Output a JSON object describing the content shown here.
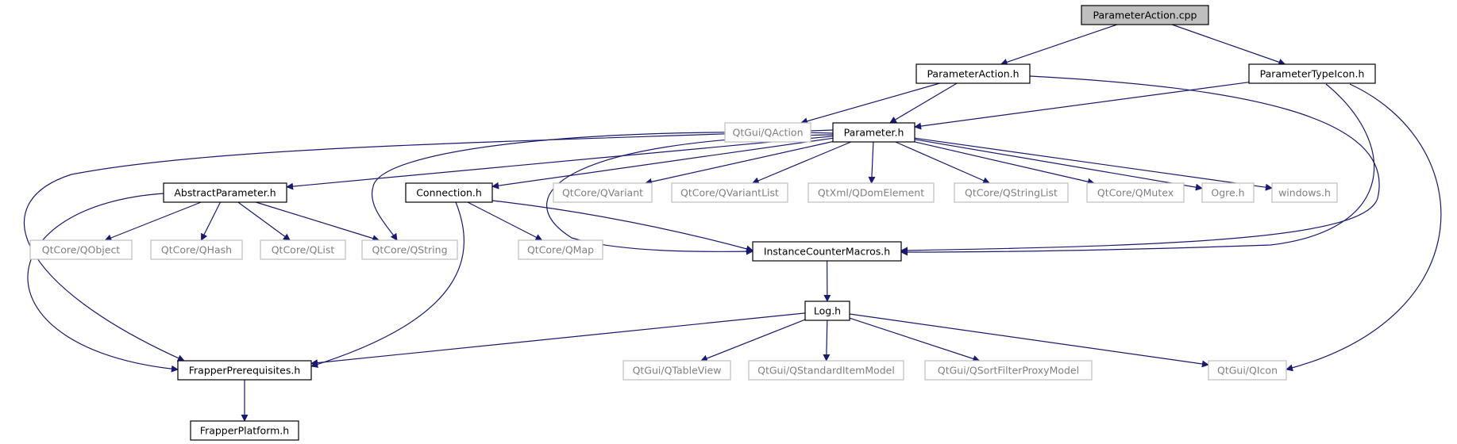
{
  "colors": {
    "edge": "#191970",
    "node_border": "#000000",
    "node_fill": "#ffffff",
    "root_fill": "#bfbfbf",
    "external_border": "#bfbfbf",
    "external_text": "#7f7f7f",
    "text": "#000000"
  },
  "nodes": [
    {
      "id": "n_pa_cpp",
      "label": "ParameterAction.cpp",
      "kind": "root"
    },
    {
      "id": "n_pa_h",
      "label": "ParameterAction.h",
      "kind": "local"
    },
    {
      "id": "n_pti_h",
      "label": "ParameterTypeIcon.h",
      "kind": "local"
    },
    {
      "id": "n_qaction",
      "label": "QtGui/QAction",
      "kind": "external"
    },
    {
      "id": "n_param_h",
      "label": "Parameter.h",
      "kind": "local"
    },
    {
      "id": "n_absparam_h",
      "label": "AbstractParameter.h",
      "kind": "local"
    },
    {
      "id": "n_conn_h",
      "label": "Connection.h",
      "kind": "local"
    },
    {
      "id": "n_qvariant",
      "label": "QtCore/QVariant",
      "kind": "external"
    },
    {
      "id": "n_qvariantlist",
      "label": "QtCore/QVariantList",
      "kind": "external"
    },
    {
      "id": "n_qdomelement",
      "label": "QtXml/QDomElement",
      "kind": "external"
    },
    {
      "id": "n_qstringlist",
      "label": "QtCore/QStringList",
      "kind": "external"
    },
    {
      "id": "n_qmutex",
      "label": "QtCore/QMutex",
      "kind": "external"
    },
    {
      "id": "n_ogre",
      "label": "Ogre.h",
      "kind": "external"
    },
    {
      "id": "n_windows",
      "label": "windows.h",
      "kind": "external"
    },
    {
      "id": "n_qobject",
      "label": "QtCore/QObject",
      "kind": "external"
    },
    {
      "id": "n_qhash",
      "label": "QtCore/QHash",
      "kind": "external"
    },
    {
      "id": "n_qlist",
      "label": "QtCore/QList",
      "kind": "external"
    },
    {
      "id": "n_qstring",
      "label": "QtCore/QString",
      "kind": "external"
    },
    {
      "id": "n_qmap",
      "label": "QtCore/QMap",
      "kind": "external"
    },
    {
      "id": "n_icm_h",
      "label": "InstanceCounterMacros.h",
      "kind": "local"
    },
    {
      "id": "n_log_h",
      "label": "Log.h",
      "kind": "local"
    },
    {
      "id": "n_fprereq_h",
      "label": "FrapperPrerequisites.h",
      "kind": "local"
    },
    {
      "id": "n_qtableview",
      "label": "QtGui/QTableView",
      "kind": "external"
    },
    {
      "id": "n_qsim",
      "label": "QtGui/QStandardItemModel",
      "kind": "external"
    },
    {
      "id": "n_qsfpm",
      "label": "QtGui/QSortFilterProxyModel",
      "kind": "external"
    },
    {
      "id": "n_qicon",
      "label": "QtGui/QIcon",
      "kind": "external"
    },
    {
      "id": "n_fplat_h",
      "label": "FrapperPlatform.h",
      "kind": "local"
    }
  ],
  "edges": [
    {
      "from": "n_pa_cpp",
      "to": "n_pa_h"
    },
    {
      "from": "n_pa_cpp",
      "to": "n_pti_h"
    },
    {
      "from": "n_pa_h",
      "to": "n_qaction"
    },
    {
      "from": "n_pa_h",
      "to": "n_param_h"
    },
    {
      "from": "n_pa_h",
      "to": "n_icm_h"
    },
    {
      "from": "n_pti_h",
      "to": "n_param_h"
    },
    {
      "from": "n_pti_h",
      "to": "n_icm_h"
    },
    {
      "from": "n_pti_h",
      "to": "n_qicon"
    },
    {
      "from": "n_param_h",
      "to": "n_absparam_h"
    },
    {
      "from": "n_param_h",
      "to": "n_conn_h"
    },
    {
      "from": "n_param_h",
      "to": "n_qvariant"
    },
    {
      "from": "n_param_h",
      "to": "n_qvariantlist"
    },
    {
      "from": "n_param_h",
      "to": "n_qdomelement"
    },
    {
      "from": "n_param_h",
      "to": "n_qstringlist"
    },
    {
      "from": "n_param_h",
      "to": "n_qmutex"
    },
    {
      "from": "n_param_h",
      "to": "n_ogre"
    },
    {
      "from": "n_param_h",
      "to": "n_windows"
    },
    {
      "from": "n_param_h",
      "to": "n_qstring"
    },
    {
      "from": "n_param_h",
      "to": "n_icm_h"
    },
    {
      "from": "n_param_h",
      "to": "n_fprereq_h"
    },
    {
      "from": "n_absparam_h",
      "to": "n_qobject"
    },
    {
      "from": "n_absparam_h",
      "to": "n_qhash"
    },
    {
      "from": "n_absparam_h",
      "to": "n_qlist"
    },
    {
      "from": "n_absparam_h",
      "to": "n_qstring"
    },
    {
      "from": "n_absparam_h",
      "to": "n_fprereq_h"
    },
    {
      "from": "n_conn_h",
      "to": "n_qmap"
    },
    {
      "from": "n_conn_h",
      "to": "n_icm_h"
    },
    {
      "from": "n_conn_h",
      "to": "n_fprereq_h"
    },
    {
      "from": "n_icm_h",
      "to": "n_log_h"
    },
    {
      "from": "n_log_h",
      "to": "n_fprereq_h"
    },
    {
      "from": "n_log_h",
      "to": "n_qtableview"
    },
    {
      "from": "n_log_h",
      "to": "n_qsim"
    },
    {
      "from": "n_log_h",
      "to": "n_qsfpm"
    },
    {
      "from": "n_log_h",
      "to": "n_qicon"
    },
    {
      "from": "n_fprereq_h",
      "to": "n_fplat_h"
    }
  ]
}
